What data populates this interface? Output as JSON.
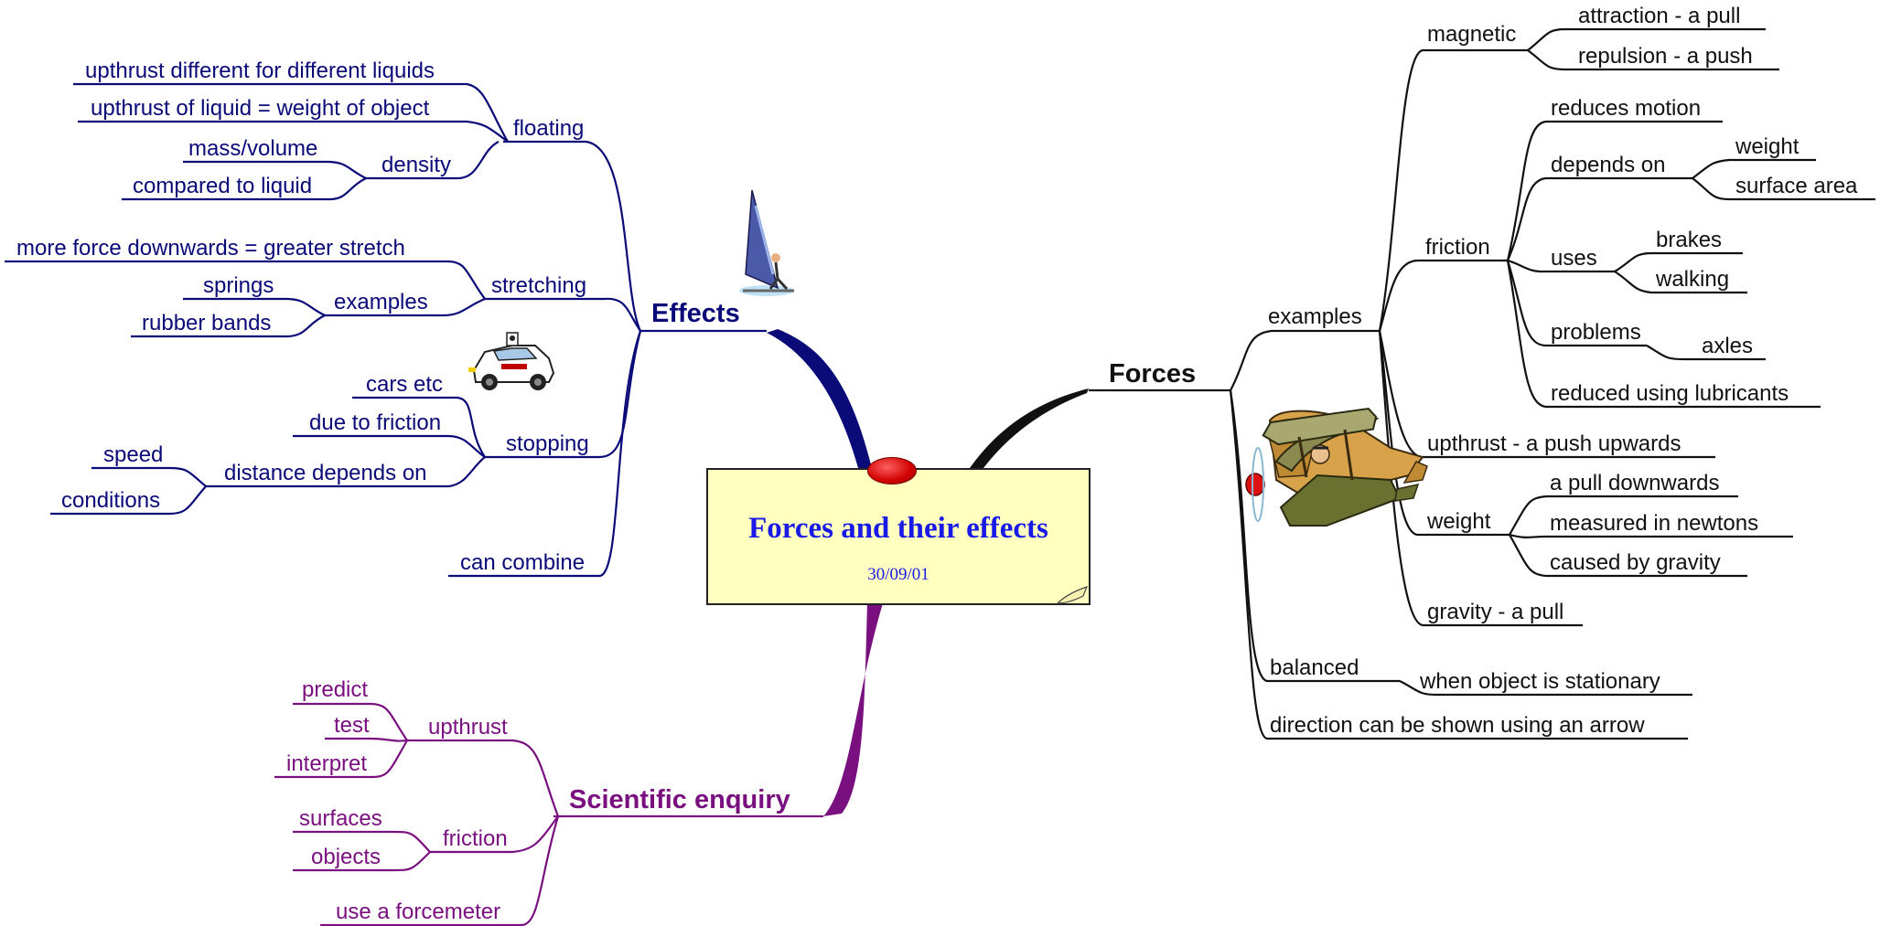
{
  "center": {
    "title": "Forces and their effects",
    "date": "30/09/01"
  },
  "effects": {
    "label": "Effects",
    "floating": "floating",
    "upthrust_different": "upthrust different for different liquids",
    "upthrust_weight": "upthrust of liquid = weight of object",
    "density": "density",
    "mass_volume": "mass/volume",
    "compared_liquid": "compared to liquid",
    "stretching": "stretching",
    "more_force": "more force downwards = greater stretch",
    "examples": "examples",
    "springs": "springs",
    "rubber_bands": "rubber bands",
    "stopping": "stopping",
    "cars_etc": "cars etc",
    "due_friction": "due to friction",
    "distance_depends": "distance depends on",
    "speed": "speed",
    "conditions": "conditions",
    "can_combine": "can combine"
  },
  "forces": {
    "label": "Forces",
    "examples": "examples",
    "magnetic": "magnetic",
    "attraction": "attraction - a pull",
    "repulsion": "repulsion - a push",
    "friction": "friction",
    "reduces_motion": "reduces motion",
    "depends_on": "depends on",
    "weight_dep": "weight",
    "surface_area": "surface area",
    "uses": "uses",
    "brakes": "brakes",
    "walking": "walking",
    "problems": "problems",
    "axles": "axles",
    "lubricants": "reduced using lubricants",
    "upthrust": "upthrust - a push upwards",
    "weight": "weight",
    "pull_down": "a pull downwards",
    "newtons": "measured in newtons",
    "gravity_cause": "caused by gravity",
    "gravity": "gravity - a pull",
    "balanced": "balanced",
    "stationary": "when object is stationary",
    "direction": "direction can be shown using an arrow"
  },
  "enquiry": {
    "label": "Scientific enquiry",
    "upthrust": "upthrust",
    "predict": "predict",
    "test": "test",
    "interpret": "interpret",
    "friction": "friction",
    "surfaces": "surfaces",
    "objects": "objects",
    "forcemeter": "use a forcemeter"
  },
  "colors": {
    "effects": "#0a0a78",
    "forces": "#111111",
    "enquiry": "#7a1080",
    "title": "#1a1ae6",
    "note": "#ffffc0"
  },
  "icons": [
    "windsurfer-icon",
    "police-car-icon",
    "biplane-icon",
    "pushpin-icon"
  ]
}
